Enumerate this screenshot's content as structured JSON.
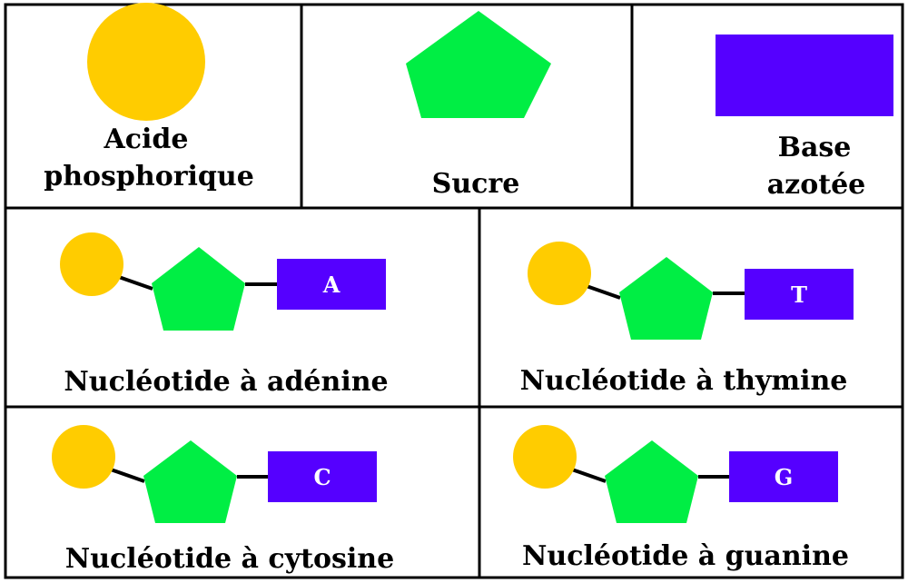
{
  "colors": {
    "phosphate": "#ffcc00",
    "sugar": "#00ee44",
    "base": "#5500ff",
    "border": "#000000",
    "bond": "#000000"
  },
  "legend": {
    "phosphate_line1": "Acide",
    "phosphate_line2": "phosphorique",
    "sugar": "Sucre",
    "base_line1": "Base",
    "base_line2": "azotée"
  },
  "nucleotides": [
    {
      "letter": "A",
      "label": "Nucléotide à adénine"
    },
    {
      "letter": "T",
      "label": "Nucléotide à thymine"
    },
    {
      "letter": "C",
      "label": "Nucléotide à cytosine"
    },
    {
      "letter": "G",
      "label": "Nucléotide à guanine"
    }
  ]
}
